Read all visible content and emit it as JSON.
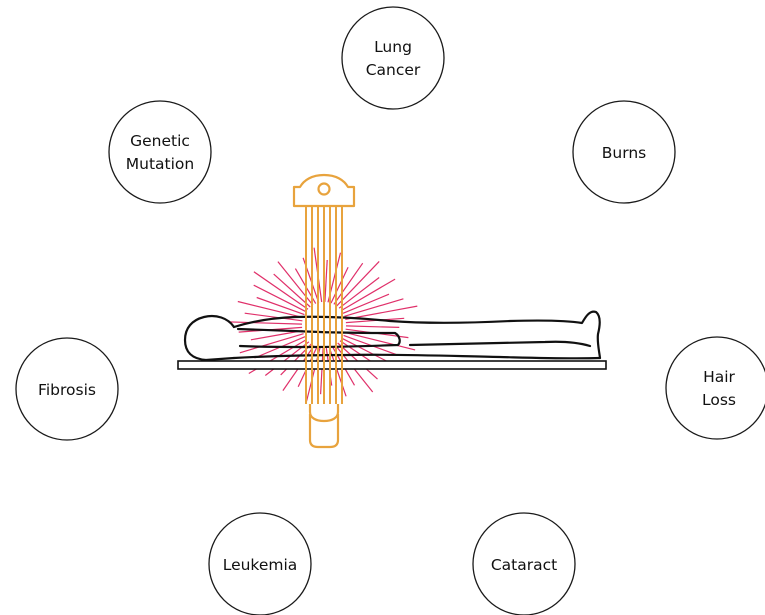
{
  "colors": {
    "machine": "#E8A33D",
    "rays": "#E0306A",
    "outline": "#111111"
  },
  "effects": [
    {
      "id": "lung-cancer",
      "lines": [
        "Lung",
        "Cancer"
      ]
    },
    {
      "id": "burns",
      "lines": [
        "Burns"
      ]
    },
    {
      "id": "hair-loss",
      "lines": [
        "Hair",
        "Loss"
      ]
    },
    {
      "id": "cataract",
      "lines": [
        "Cataract"
      ]
    },
    {
      "id": "leukemia",
      "lines": [
        "Leukemia"
      ]
    },
    {
      "id": "fibrosis",
      "lines": [
        "Fibrosis"
      ]
    },
    {
      "id": "genetic-mutation",
      "lines": [
        "Genetic",
        "Mutation"
      ]
    }
  ]
}
